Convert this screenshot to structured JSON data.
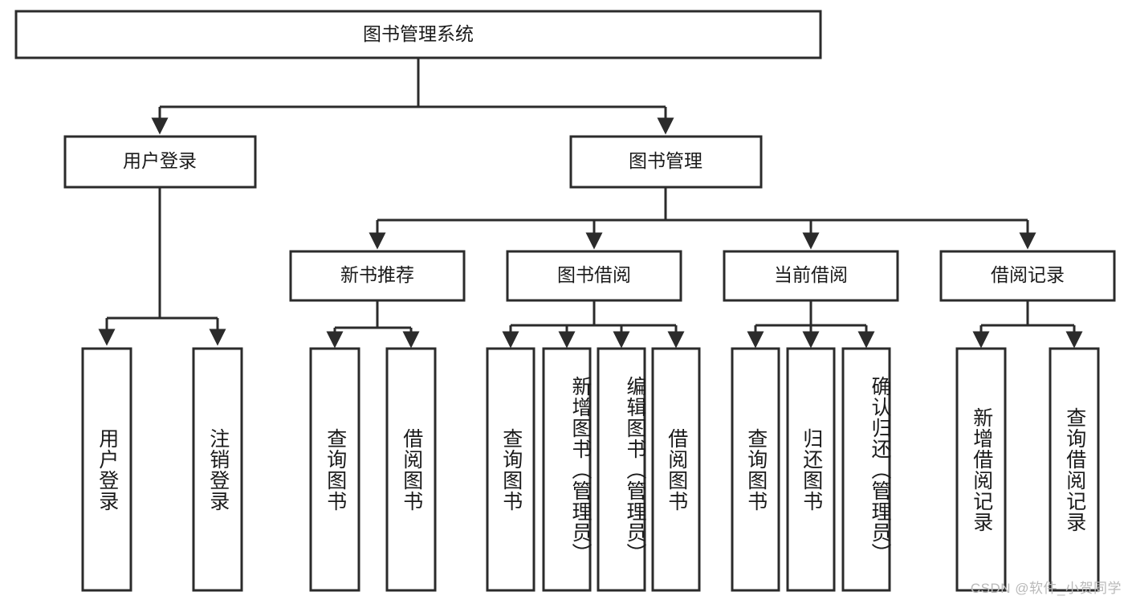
{
  "diagram": {
    "type": "tree-hierarchy",
    "title": "图书管理系统",
    "orientation": "top-down",
    "watermark": "CSDN @软件_小贺同学",
    "colors": {
      "box_fill": "#ffffff",
      "box_stroke": "#2b2b2b",
      "text": "#1a1a1a",
      "background": "#ffffff",
      "watermark": "#b9b9b9"
    },
    "levels": {
      "root": {
        "label": "图书管理系统"
      },
      "level2": [
        {
          "label": "用户登录"
        },
        {
          "label": "图书管理"
        }
      ],
      "level3": [
        {
          "label": "新书推荐"
        },
        {
          "label": "图书借阅"
        },
        {
          "label": "当前借阅"
        },
        {
          "label": "借阅记录"
        }
      ],
      "leaves": {
        "user_login": [
          {
            "label": "用户登录"
          },
          {
            "label": "注销登录"
          }
        ],
        "new_book_recommend": [
          {
            "label": "查询图书"
          },
          {
            "label": "借阅图书"
          }
        ],
        "book_borrow": [
          {
            "label": "查询图书"
          },
          {
            "label": "新增图书（管理员）"
          },
          {
            "label": "编辑图书（管理员）"
          },
          {
            "label": "借阅图书"
          }
        ],
        "current_borrow": [
          {
            "label": "查询图书"
          },
          {
            "label": "归还图书"
          },
          {
            "label": "确认归还（管理员）"
          }
        ],
        "borrow_record": [
          {
            "label": "新增借阅记录"
          },
          {
            "label": "查询借阅记录"
          }
        ]
      }
    }
  }
}
